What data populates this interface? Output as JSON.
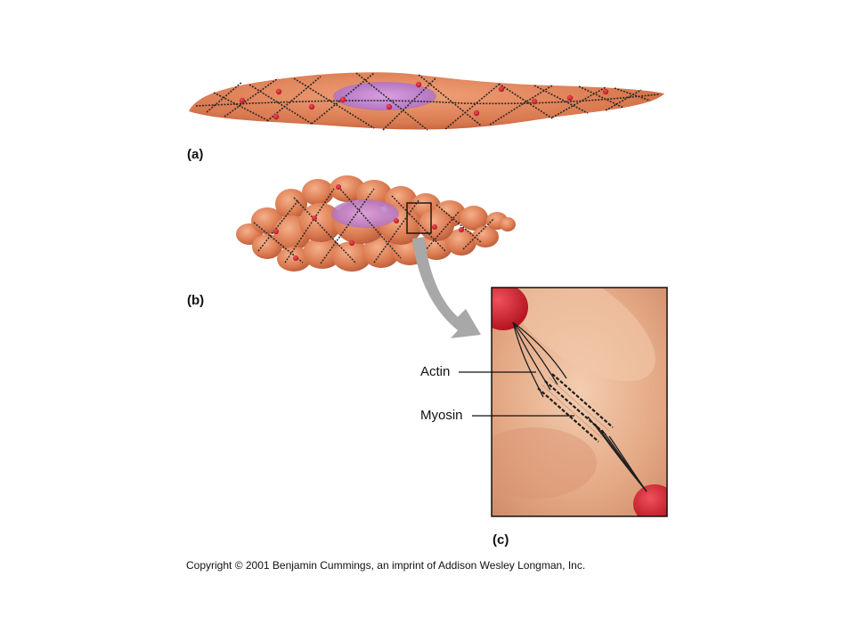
{
  "figure": {
    "panels": [
      {
        "id": "a",
        "label": "(a)"
      },
      {
        "id": "b",
        "label": "(b)"
      },
      {
        "id": "c",
        "label": "(c)"
      }
    ],
    "callouts": {
      "actin": "Actin",
      "myosin": "Myosin"
    },
    "copyright": "Copyright © 2001 Benjamin Cummings, an imprint of Addison Wesley Longman, Inc."
  },
  "colors": {
    "cell_fill": "#d9794f",
    "cell_shadow": "#b4563a",
    "nucleus": "#b77ac6",
    "dense_body": "#d41f2a",
    "filament": "#2b2b2b",
    "zoom_arrow": "#a8a8a8",
    "inset_background": "#e8b08f"
  },
  "icons": {
    "zoom_arrow": "curved-arrow",
    "inset_box": "rectangle-outline"
  }
}
